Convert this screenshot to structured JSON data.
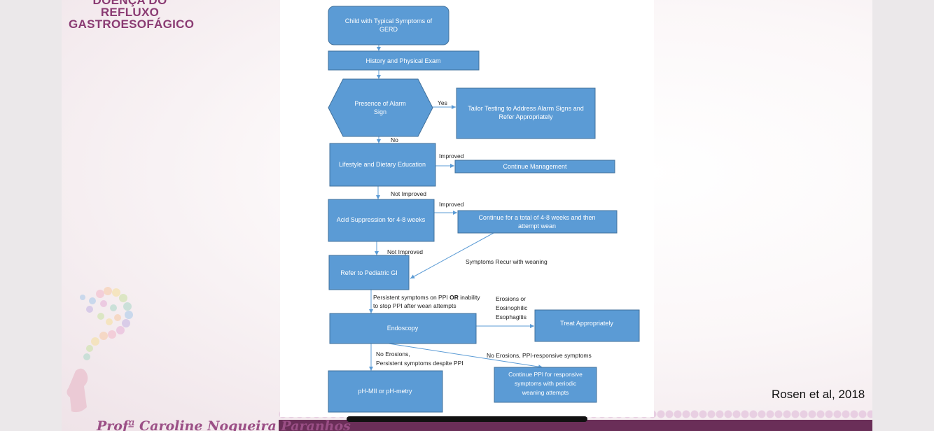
{
  "slide": {
    "title_line1": "DOENÇA DO REFLUXO",
    "title_line2": "GASTROESOFÁGICO",
    "citation": "Rosen et al, 2018",
    "author": "Profª Caroline Nogueira Paranhos"
  },
  "colors": {
    "box_fill": "#5b9bd5",
    "box_stroke": "#41719c",
    "arrow": "#5b9bd5",
    "title": "#8a3b73",
    "footer": "#6a2e58"
  },
  "flowchart": {
    "nodes": {
      "start": [
        "Child with Typical Symptoms of",
        "GERD"
      ],
      "history": [
        "History and Physical Exam"
      ],
      "alarm": [
        "Presence of Alarm",
        "Sign"
      ],
      "tailor": [
        "Tailor Testing to Address Alarm Signs and",
        "Refer Appropriately"
      ],
      "lifestyle": [
        "Lifestyle and Dietary Education"
      ],
      "continue_mgmt": [
        "Continue Management"
      ],
      "acid": [
        "Acid Suppression for 4-8 weeks"
      ],
      "continue_wean": [
        "Continue for a total of 4-8 weeks and then",
        "attempt wean"
      ],
      "refer_gi": [
        "Refer to Pediatric GI"
      ],
      "endoscopy": [
        "Endoscopy"
      ],
      "treat": [
        "Treat Appropriately"
      ],
      "phmii": [
        "pH-MII or pH-metry"
      ],
      "continue_ppi": [
        "Continue PPI for responsive",
        "symptoms with periodic",
        "weaning attempts"
      ]
    },
    "edge_labels": {
      "yes": "Yes",
      "no": "No",
      "improved_1": "Improved",
      "not_improved_1": "Not Improved",
      "improved_2": "Improved",
      "not_improved_2": "Not Improved",
      "recur": "Symptoms Recur with weaning",
      "persistent_line1a": "Persistent symptoms on PPI ",
      "persistent_or": "OR",
      "persistent_line1b": " inability",
      "persistent_line2": "to stop PPI after wean attempts",
      "erosions": [
        "Erosions or",
        "Eosinophilic",
        "Esophagitis"
      ],
      "no_erosions_persistent": [
        "No Erosions,",
        "Persistent symptoms despite PPI"
      ],
      "no_erosions_responsive": "No Erosions, PPI-responsive symptoms"
    }
  }
}
